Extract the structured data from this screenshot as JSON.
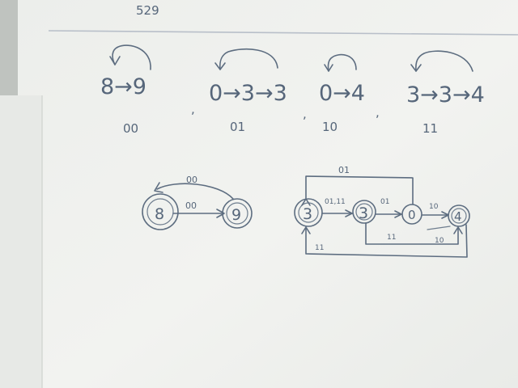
{
  "top_text": "529",
  "sequences": [
    {
      "text": "8→9",
      "code": "00"
    },
    {
      "text": "0→3→3",
      "code": "01"
    },
    {
      "text": "0→4",
      "code": "10"
    },
    {
      "text": "3→3→4",
      "code": "11"
    }
  ],
  "separator": ",",
  "diagram_left": {
    "states": [
      "8",
      "9"
    ],
    "edge_labels": {
      "top": "00",
      "middle": "00"
    }
  },
  "diagram_right": {
    "states": [
      "3",
      "3",
      "0",
      "4"
    ],
    "edge_labels": {
      "top": "01",
      "first": "01,11",
      "second": "01",
      "third": "10",
      "lower_mid": "11",
      "lower_right": "10",
      "bottom": "11"
    }
  },
  "colors": {
    "ink": "#5d6d80",
    "paper": "#f1f2ef",
    "shadow": "#c4c8c4"
  }
}
